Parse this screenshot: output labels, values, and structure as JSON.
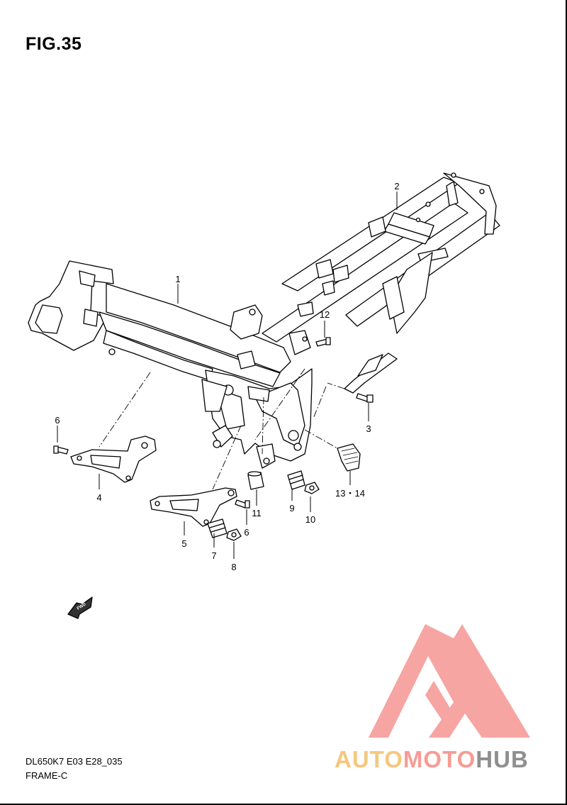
{
  "figure": {
    "title": "FIG.35",
    "code": "DL650K7 E03 E28_035",
    "name": "FRAME-C"
  },
  "callouts": [
    {
      "id": "c1",
      "label": "1"
    },
    {
      "id": "c2",
      "label": "2"
    },
    {
      "id": "c3",
      "label": "3"
    },
    {
      "id": "c4",
      "label": "4"
    },
    {
      "id": "c5",
      "label": "5"
    },
    {
      "id": "c6a",
      "label": "6"
    },
    {
      "id": "c6b",
      "label": "6"
    },
    {
      "id": "c7",
      "label": "7"
    },
    {
      "id": "c8",
      "label": "8"
    },
    {
      "id": "c9",
      "label": "9"
    },
    {
      "id": "c10",
      "label": "10"
    },
    {
      "id": "c11",
      "label": "11"
    },
    {
      "id": "c12",
      "label": "12"
    },
    {
      "id": "c1314",
      "label": "13・14"
    }
  ],
  "fwd_label": "FWD",
  "watermark": {
    "part1": "AUTO",
    "part2": "MOTO",
    "part3": "HUB",
    "colors": {
      "auto": "#f6c77f",
      "moto": "#f79b95",
      "hub": "#8f8f8f",
      "triangle": "#f26f6a"
    }
  }
}
